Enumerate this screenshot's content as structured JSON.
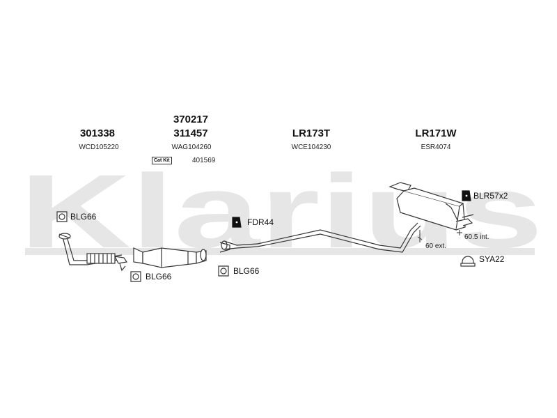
{
  "watermark": {
    "text": "Klarius",
    "color": "#e6e6e6"
  },
  "parts": [
    {
      "id": "front_pipe",
      "primary": "301338",
      "code": "WCD105220"
    },
    {
      "id": "catalyst",
      "alt": "370217",
      "primary": "311457",
      "code": "WAG104260",
      "kit_badge": "Cat Kit",
      "kit_code": "401569"
    },
    {
      "id": "middle_pipe",
      "primary": "LR173T",
      "code": "WCE104230"
    },
    {
      "id": "rear_silencer",
      "primary": "LR171W",
      "code": "ESR4074"
    }
  ],
  "callouts": [
    {
      "id": "blg66_a",
      "label": "BLG66",
      "icon": "gasket-icon"
    },
    {
      "id": "fdr44",
      "label": "FDR44",
      "icon": "rubber-mount-icon"
    },
    {
      "id": "blr57",
      "label": "BLR57x2",
      "icon": "rubber-mount-icon"
    },
    {
      "id": "blg66_b",
      "label": "BLG66",
      "icon": "gasket-icon"
    },
    {
      "id": "blg66_c",
      "label": "BLG66",
      "icon": "gasket-icon"
    },
    {
      "id": "sya22",
      "label": "SYA22",
      "icon": "clamp-icon"
    }
  ],
  "dimensions": {
    "inner": "60.5 int.",
    "outer": "60 ext."
  },
  "colors": {
    "text": "#111111",
    "line": "#333333",
    "watermark": "#e6e6e6"
  }
}
